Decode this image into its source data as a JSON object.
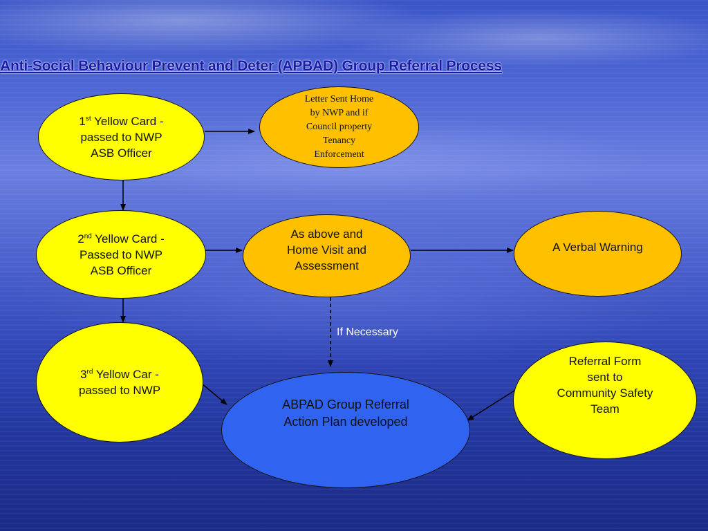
{
  "title": "Anti-Social Behaviour Prevent and Deter (APBAD) Group Referral Process",
  "nodes": {
    "card1": {
      "ordinal": "1",
      "sup": "st",
      "line1": " Yellow Card -",
      "line2": "passed to NWP",
      "line3": "ASB Officer"
    },
    "letter": {
      "line1": "Letter Sent Home",
      "line2": "by NWP and if",
      "line3": "Council property",
      "line4": "Tenancy",
      "line5": "Enforcement"
    },
    "card2": {
      "ordinal": "2",
      "sup": "nd",
      "line1": " Yellow Card -",
      "line2": "Passed to NWP",
      "line3": "ASB Officer"
    },
    "home_visit": {
      "line1": "As above and",
      "line2": "Home Visit and",
      "line3": "Assessment"
    },
    "verbal": {
      "line1": "A Verbal Warning"
    },
    "card3": {
      "ordinal": "3",
      "sup": "rd",
      "line1": " Yellow Car -",
      "line2": "passed to NWP"
    },
    "referral_form": {
      "line1": "Referral Form",
      "line2": "sent to",
      "line3": "Community Safety",
      "line4": "Team"
    },
    "abpad": {
      "line1": "ABPAD Group Referral",
      "line2": "Action Plan developed"
    }
  },
  "edge_labels": {
    "if_necessary": "If Necessary"
  },
  "colors": {
    "title": "#1a1aa8",
    "yellow": "#ffff00",
    "orange": "#ffc000",
    "blue": "#2f63f0"
  }
}
